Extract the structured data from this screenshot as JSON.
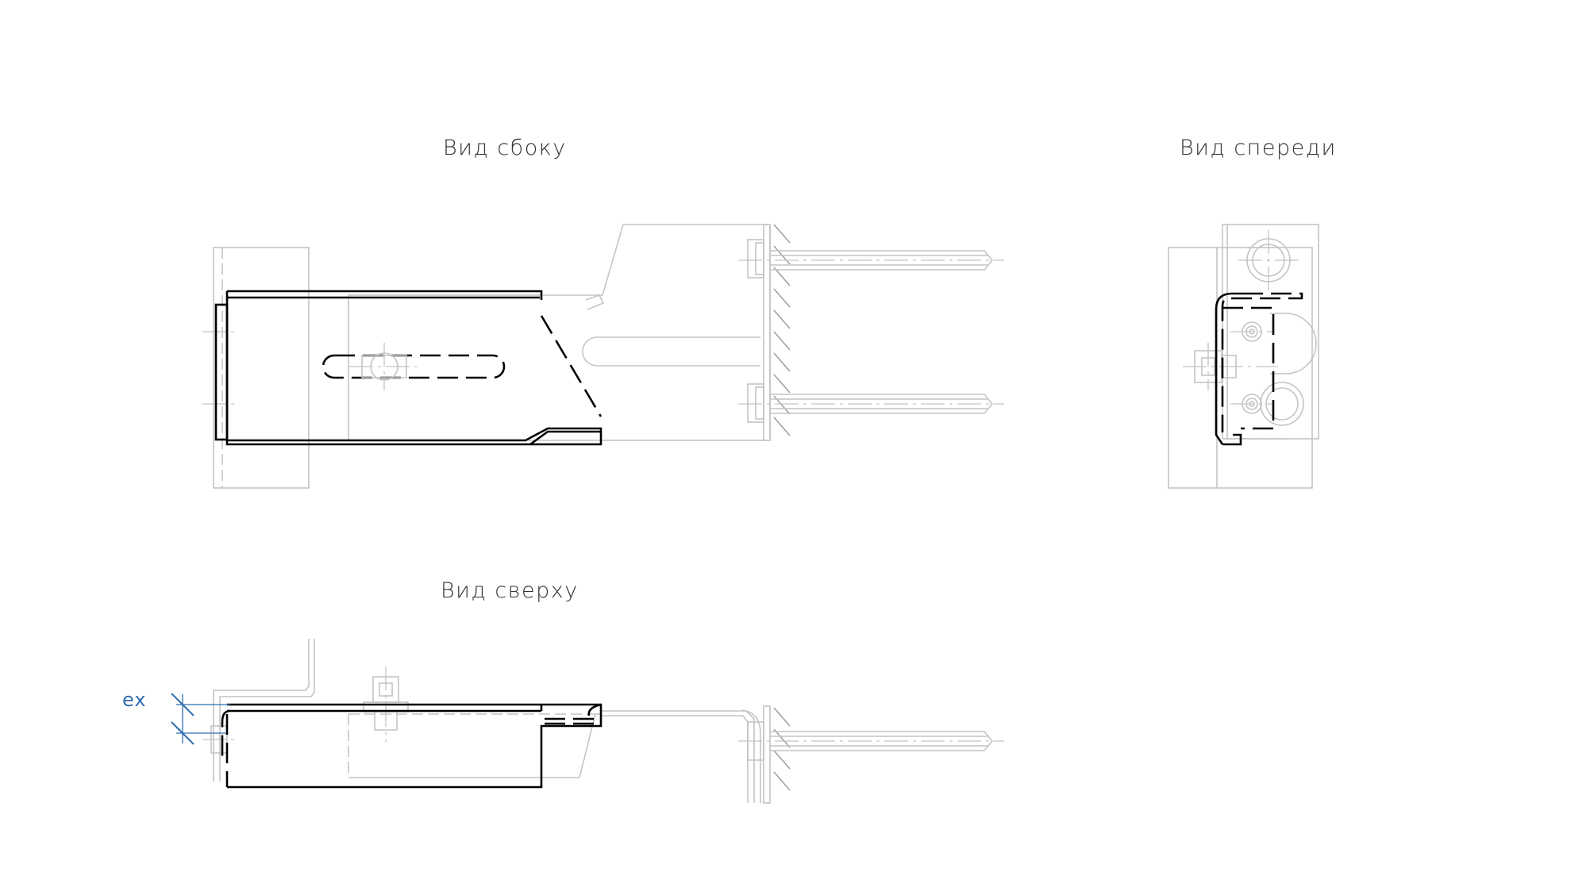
{
  "views": {
    "side": {
      "title": "Вид сбоку"
    },
    "front": {
      "title": "Вид спереди"
    },
    "top": {
      "title": "Вид сверху"
    }
  },
  "dimension": {
    "label": "ex"
  },
  "colors": {
    "outline": "#000000",
    "context": "#c4c4c4",
    "dimension": "#2f6fb0"
  }
}
